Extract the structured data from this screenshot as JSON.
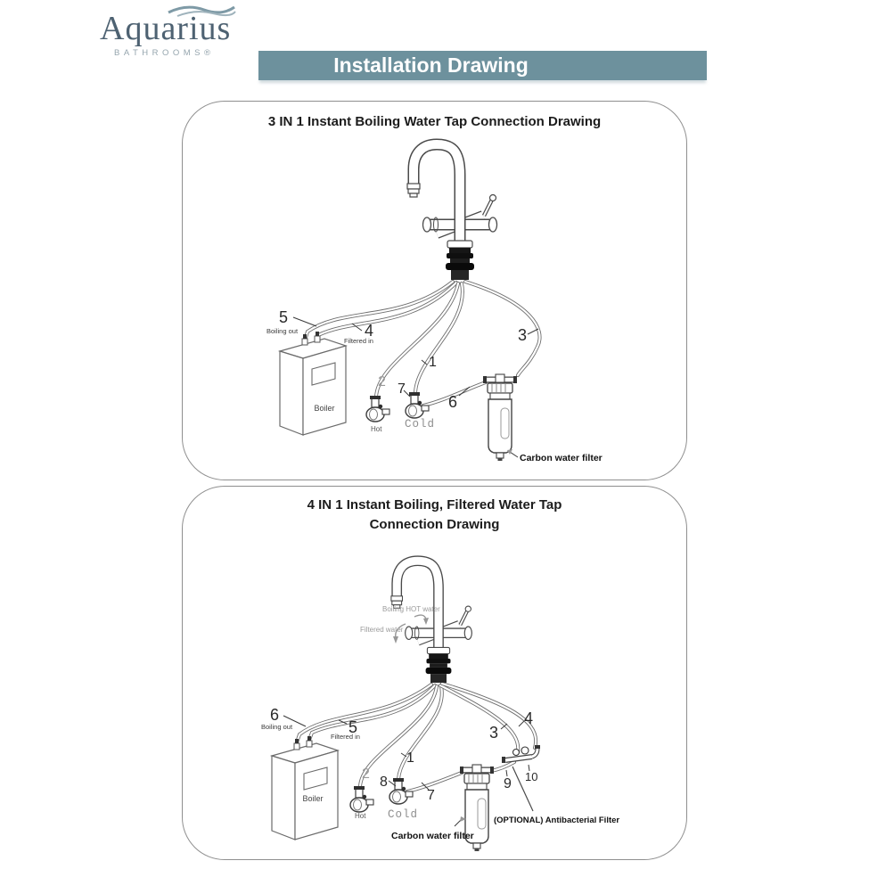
{
  "brand": {
    "name": "Aquarius",
    "tagline": "BATHROOMS®"
  },
  "banner": {
    "title": "Installation Drawing"
  },
  "colors": {
    "banner_bg": "#6d919d",
    "logo": "#4e6272",
    "logo_tagline": "#95a5ae",
    "wave": "#7e9aa6"
  },
  "diagram1": {
    "title": "3 IN 1 Instant Boiling Water Tap Connection Drawing",
    "numbers": {
      "n1": "1",
      "n2": "2",
      "n3": "3",
      "n4": "4",
      "n5": "5",
      "n6": "6",
      "n7": "7"
    },
    "labels": {
      "boiling_out": "Boiling out",
      "filtered_in": "Filtered in",
      "boiler": "Boiler",
      "hot": "Hot",
      "cold": "Cold",
      "carbon_filter": "Carbon water filter"
    }
  },
  "diagram2": {
    "title_line1": "4 IN 1 Instant Boiling, Filtered Water Tap",
    "title_line2": "Connection Drawing",
    "numbers": {
      "n1": "1",
      "n2": "2",
      "n3": "3",
      "n4": "4",
      "n5": "5",
      "n6": "6",
      "n7": "7",
      "n8": "8",
      "n9": "9",
      "n10": "10"
    },
    "labels": {
      "boiling_hot_water": "Boiling HOT water",
      "filtered_water": "Filtered water",
      "boiling_out": "Boiling out",
      "filtered_in": "Filtered in",
      "boiler": "Boiler",
      "hot": "Hot",
      "cold": "Cold",
      "carbon_filter": "Carbon water filter",
      "antibacterial_filter": "(OPTIONAL) Antibacterial Filter"
    }
  }
}
